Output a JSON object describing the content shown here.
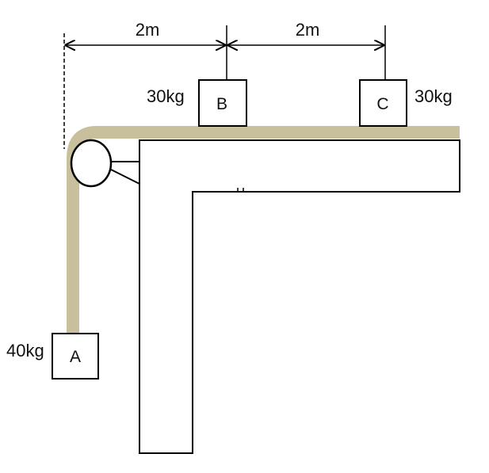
{
  "dimensions": {
    "left_distance": "2m",
    "right_distance": "2m"
  },
  "blocks": {
    "a": {
      "label": "A",
      "mass": "40kg"
    },
    "b": {
      "label": "B",
      "mass": "30kg"
    },
    "c": {
      "label": "C",
      "mass": "30kg"
    }
  },
  "colors": {
    "rope": "#c8c09c",
    "line": "#000000",
    "background": "#ffffff"
  }
}
